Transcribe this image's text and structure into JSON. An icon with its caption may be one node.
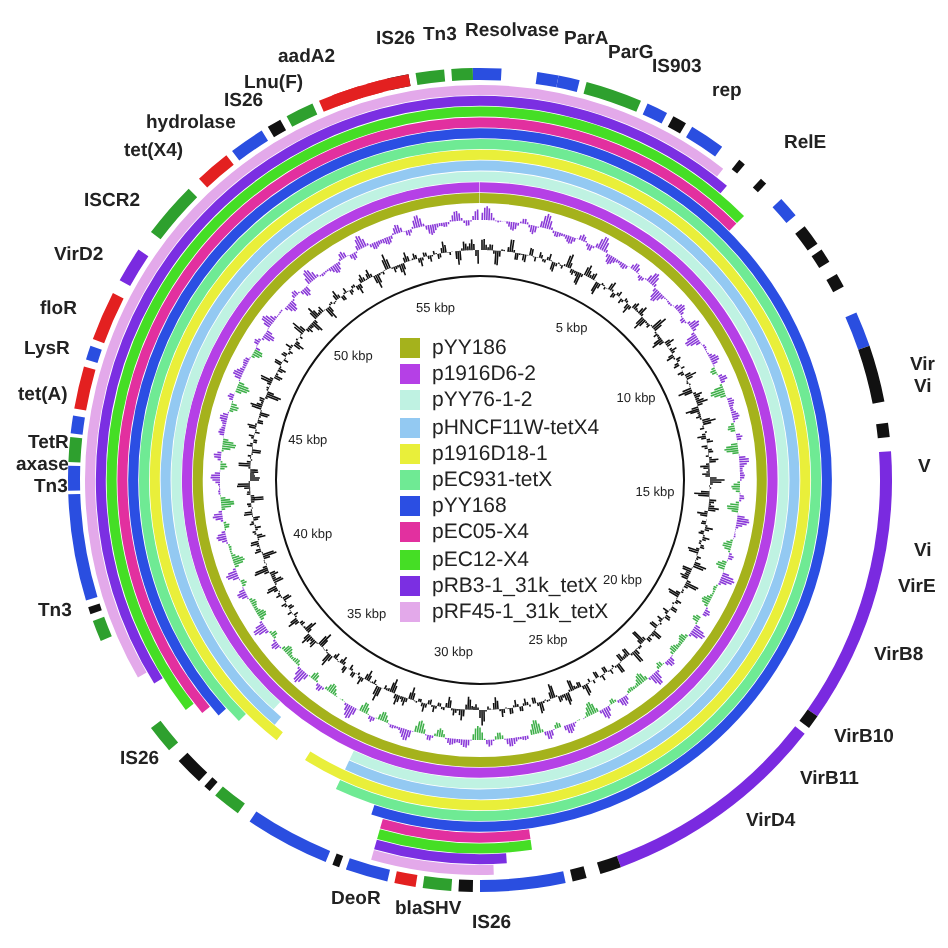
{
  "diagram": {
    "labels": [
      "IS26",
      "Tn3",
      "Resolvase",
      "ParA",
      "ParG",
      "IS903",
      "rep",
      "RelE",
      "Vir",
      "Vi",
      "V",
      "Vi",
      "VirE",
      "VirB8",
      "VirB10",
      "VirB11",
      "VirD4",
      "IS26",
      "blaSHV",
      "DeoR",
      "IS26",
      "Tn3",
      "Tn3",
      "axase",
      "TetR",
      "tet(A)",
      "LysR",
      "floR",
      "VirD2",
      "ISCR2",
      "tet(X4)",
      "hydrolase",
      "IS26",
      "Lnu(F)",
      "aadA2",
      "5 kbp",
      "10 kbp",
      "15 kbp",
      "20 kbp",
      "25 kbp",
      "30 kbp",
      "35 kbp",
      "40 kbp",
      "45 kbp",
      "50 kbp",
      "55 kbp"
    ],
    "legend": [
      {
        "text": "pYY186",
        "color": "#a5b21c"
      },
      {
        "text": "p1916D6-2",
        "color": "#b540e6"
      },
      {
        "text": "pYY76-1-2",
        "color": "#bff2e2"
      },
      {
        "text": "pHNCF11W-tetX4",
        "color": "#93c9f2"
      },
      {
        "text": "p1916D18-1",
        "color": "#e9ef3a"
      },
      {
        "text": "pEC931-tetX",
        "color": "#6fea94"
      },
      {
        "text": "pYY168",
        "color": "#2b4ee3"
      },
      {
        "text": "pEC05-X4",
        "color": "#e2309f"
      },
      {
        "text": "pEC12-X4",
        "color": "#45de25"
      },
      {
        "text": "pRB3-1_31k_tetX",
        "color": "#7b2fe2"
      },
      {
        "text": "pRF45-1_31k_tetX",
        "color": "#e3a9ea"
      }
    ]
  }
}
